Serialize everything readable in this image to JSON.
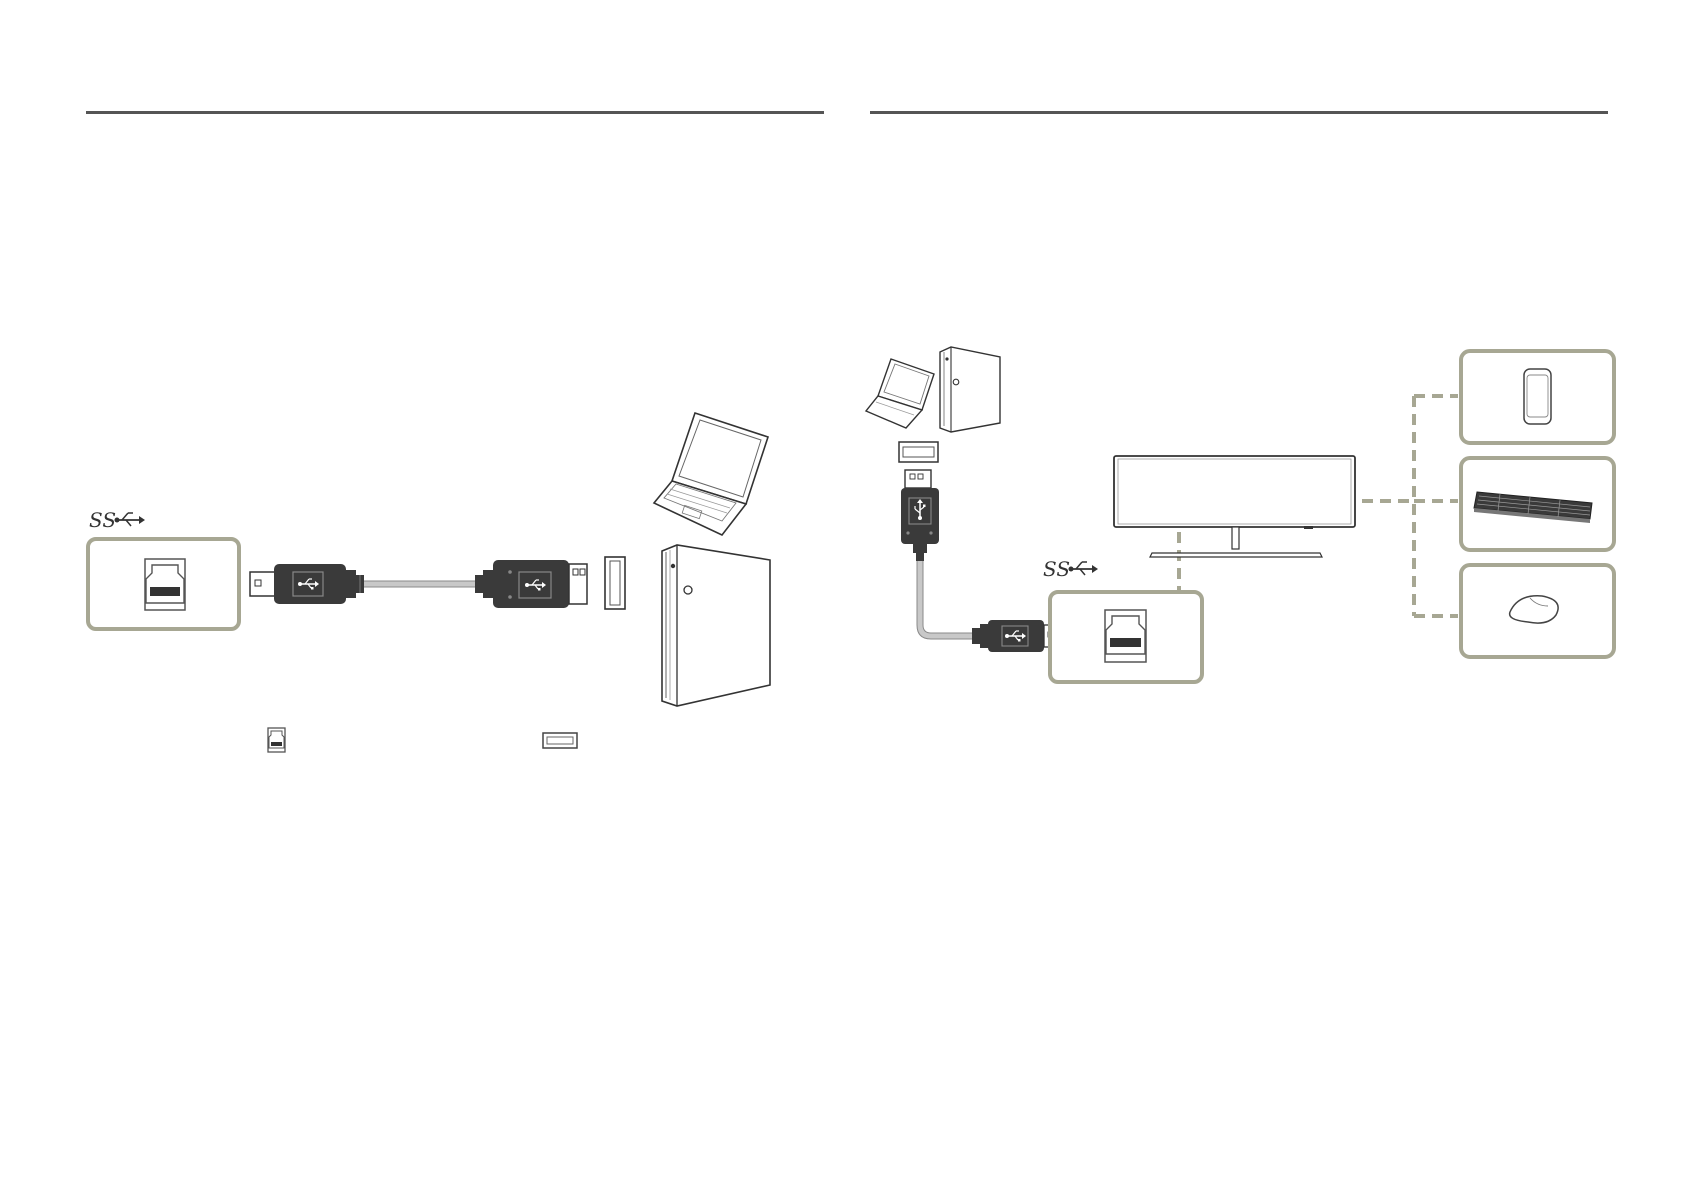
{
  "layout": {
    "left_section": {
      "name": "usb-pc-connection"
    },
    "right_section": {
      "name": "usb-hub-connection"
    }
  },
  "labels": {
    "ss_usb_logo_left": "SS",
    "ss_usb_logo_right": "SS"
  },
  "colors": {
    "rule": "#555555",
    "port_frame": "#a7a793",
    "dashed_line": "#a7a793",
    "connector": "#3a3a3a",
    "cable": "#c8c8c8",
    "outline": "#333333"
  },
  "icons": [
    "ss-usb-icon",
    "usb-b-port-icon",
    "usb-cable-icon",
    "usb-a-port-icon",
    "laptop-icon",
    "desktop-pc-icon",
    "monitor-icon",
    "smartphone-icon",
    "keyboard-icon",
    "mouse-icon"
  ]
}
